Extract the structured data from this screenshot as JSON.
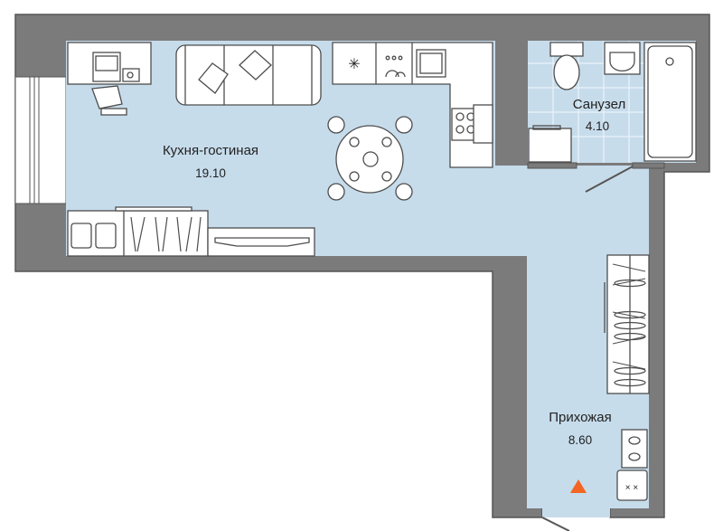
{
  "colors": {
    "wall": "#7b7b7b",
    "floor": "#c7dceb",
    "entrance_marker": "#f26522"
  },
  "rooms": [
    {
      "name": "Кухня-гостиная",
      "area": "19.10"
    },
    {
      "name": "Санузел",
      "area": "4.10"
    },
    {
      "name": "Прихожая",
      "area": "8.60"
    }
  ]
}
